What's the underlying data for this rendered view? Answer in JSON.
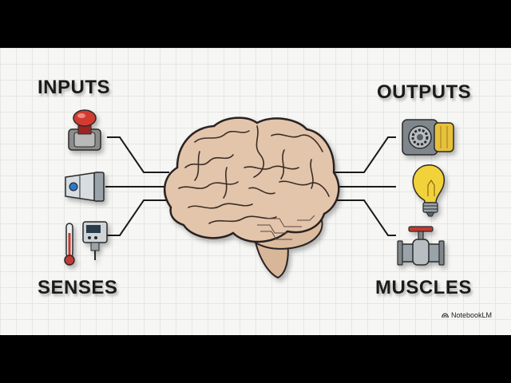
{
  "labels": {
    "inputs": "INPUTS",
    "outputs": "OUTPUTS",
    "senses": "SENSES",
    "muscles": "MUSCLES"
  },
  "watermark": "NotebookLM",
  "icons": {
    "left": [
      "push-button-icon",
      "proximity-sensor-icon",
      "thermometer-sensor-icon"
    ],
    "right": [
      "motor-gear-icon",
      "light-bulb-icon",
      "valve-icon"
    ],
    "center": "brain-icon"
  },
  "colors": {
    "background": "#f6f6f4",
    "brain": "#e3c5ab",
    "brain_outline": "#2a2220",
    "button_red": "#d23a30",
    "sensor_blue": "#2f78c8",
    "motor_yellow": "#e8c13a",
    "bulb_yellow": "#f2d23a"
  }
}
